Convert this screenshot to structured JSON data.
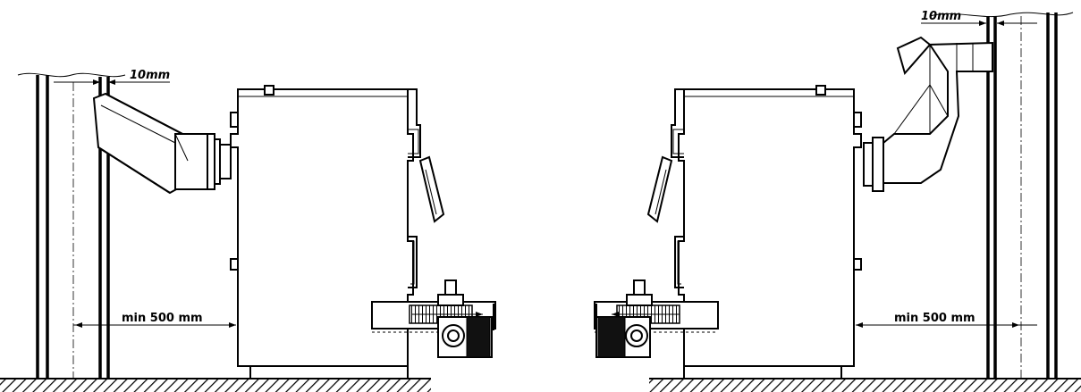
{
  "left_view": {
    "clearance_label": "10mm",
    "distance_label": "min 500 mm"
  },
  "right_view": {
    "clearance_label": "10mm",
    "distance_label": "min 500 mm"
  }
}
